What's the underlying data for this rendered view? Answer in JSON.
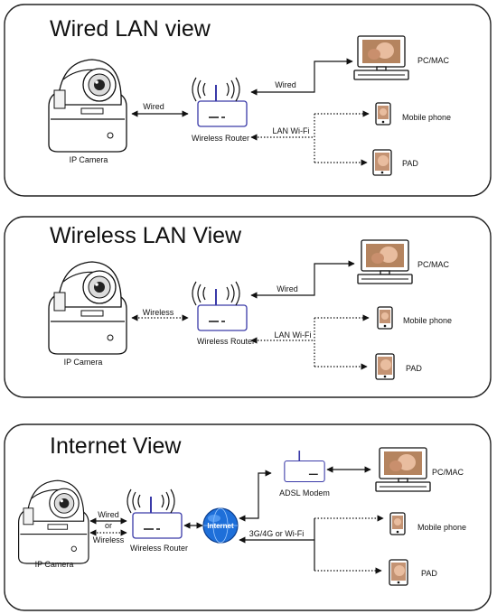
{
  "panels": {
    "wired": {
      "title": "Wired LAN view",
      "camera_label": "IP Camera",
      "camera_link_label": "Wired",
      "router_label": "Wireless Router",
      "pc_link_label": "Wired",
      "wifi_label": "LAN Wi-Fi",
      "pc_label": "PC/MAC",
      "phone_label": "Mobile phone",
      "pad_label": "PAD"
    },
    "wireless": {
      "title": "Wireless LAN View",
      "camera_label": "IP Camera",
      "camera_link_label": "Wireless",
      "router_label": "Wireless Router",
      "pc_link_label": "Wired",
      "wifi_label": "LAN Wi-Fi",
      "pc_label": "PC/MAC",
      "phone_label": "Mobile phone",
      "pad_label": "PAD"
    },
    "internet": {
      "title": "Internet View",
      "camera_label": "IP Camera",
      "camera_link_wired": "Wired",
      "camera_link_or": "or",
      "camera_link_wireless": "Wireless",
      "router_label": "Wireless Router",
      "globe_label": "Internet",
      "modem_label": "ADSL Modem",
      "mobile_link_label": "3G/4G or Wi-Fi",
      "pc_label": "PC/MAC",
      "phone_label": "Mobile phone",
      "pad_label": "PAD"
    }
  },
  "colors": {
    "router_stroke": "#3a3aa8",
    "globe": "#1e6fd9"
  }
}
